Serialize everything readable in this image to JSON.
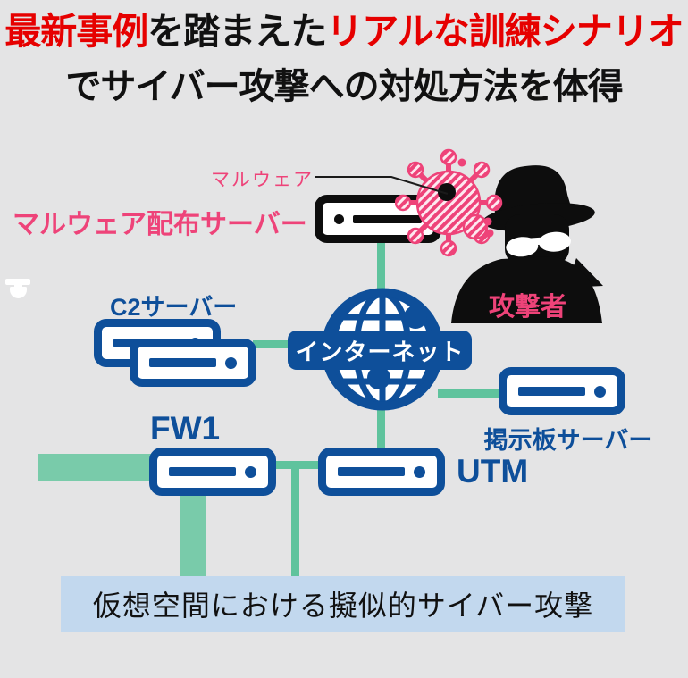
{
  "title": {
    "line1_part1": "最新事例",
    "line1_part2": "を踏まえた",
    "line1_part3": "リアルな訓練シナリオ",
    "line2": "でサイバー攻撃への対処方法を体得"
  },
  "labels": {
    "malware": "マルウェア",
    "malware_server": "マルウェア配布サーバー",
    "attacker": "攻撃者",
    "c2_server": "C2サーバー",
    "internet": "インターネット",
    "bulletin_server": "掲示板サーバー",
    "fw1": "FW1",
    "utm": "UTM",
    "bottom_caption": "仮想空間における擬似的サイバー攻撃"
  },
  "icons": {
    "server": "server-icon (rounded rack unit with bar and dot)",
    "internet": "globe-icon",
    "malware": "virus-icon (hatched pink)",
    "attacker": "spy-icon (black fedora silhouette)",
    "left_edge": "white-glyph-icon"
  },
  "colors": {
    "background": "#e4e4e5",
    "accent_red": "#e60000",
    "ink": "#111111",
    "pink": "#ee4379",
    "blue": "#0e4f9a",
    "green": "#5fc39d",
    "green_thick": "#79cbaa",
    "caption_bg": "#c2d8ee",
    "black_icon": "#0d0d0d"
  }
}
